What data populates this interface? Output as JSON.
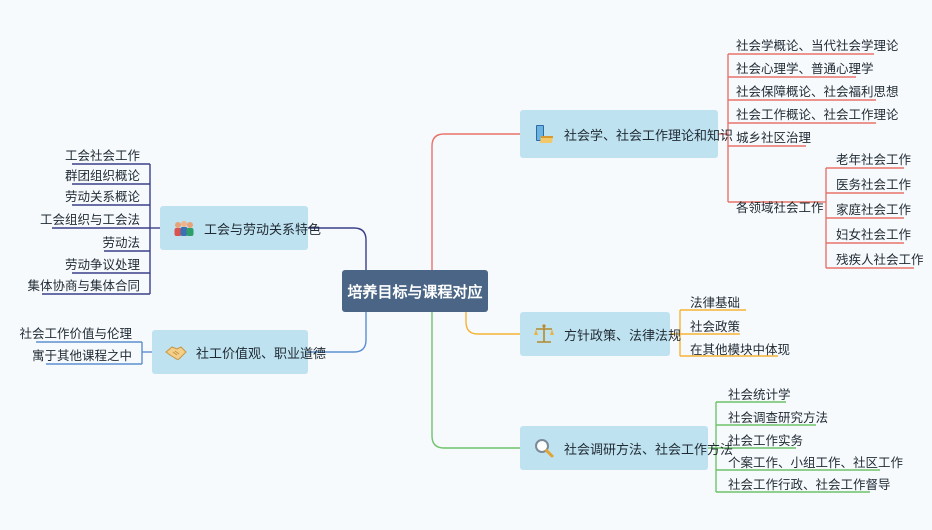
{
  "center": "培养目标与课程对应",
  "colors": {
    "red": "#e8736a",
    "orange": "#f5b336",
    "green": "#6fc26b",
    "navy": "#3b3f8a",
    "blue": "#5b8fd0"
  },
  "branches": {
    "theory": {
      "label": "社会学、社会工作理论和知识",
      "icon": "book-icon",
      "items": [
        "社会学概论、当代社会学理论",
        "社会心理学、普通心理学",
        "社会保障概论、社会福利思想",
        "社会工作概论、社会工作理论",
        "城乡社区治理",
        "各领域社会工作"
      ],
      "sub": [
        "老年社会工作",
        "医务社会工作",
        "家庭社会工作",
        "妇女社会工作",
        "残疾人社会工作"
      ]
    },
    "policy": {
      "label": "方针政策、法律法规",
      "icon": "scales-icon",
      "items": [
        "法律基础",
        "社会政策",
        "在其他模块中体现"
      ]
    },
    "method": {
      "label": "社会调研方法、社会工作方法",
      "icon": "magnifier-icon",
      "items": [
        "社会统计学",
        "社会调查研究方法",
        "社会工作实务",
        "个案工作、小组工作、社区工作",
        "社会工作行政、社会工作督导"
      ]
    },
    "union": {
      "label": "工会与劳动关系特色",
      "icon": "people-icon",
      "items": [
        "工会社会工作",
        "群团组织概论",
        "劳动关系概论",
        "工会组织与工会法",
        "劳动法",
        "劳动争议处理",
        "集体协商与集体合同"
      ]
    },
    "ethics": {
      "label": "社工价值观、职业道德",
      "icon": "handshake-icon",
      "items": [
        "社会工作价值与伦理",
        "寓于其他课程之中"
      ]
    }
  }
}
